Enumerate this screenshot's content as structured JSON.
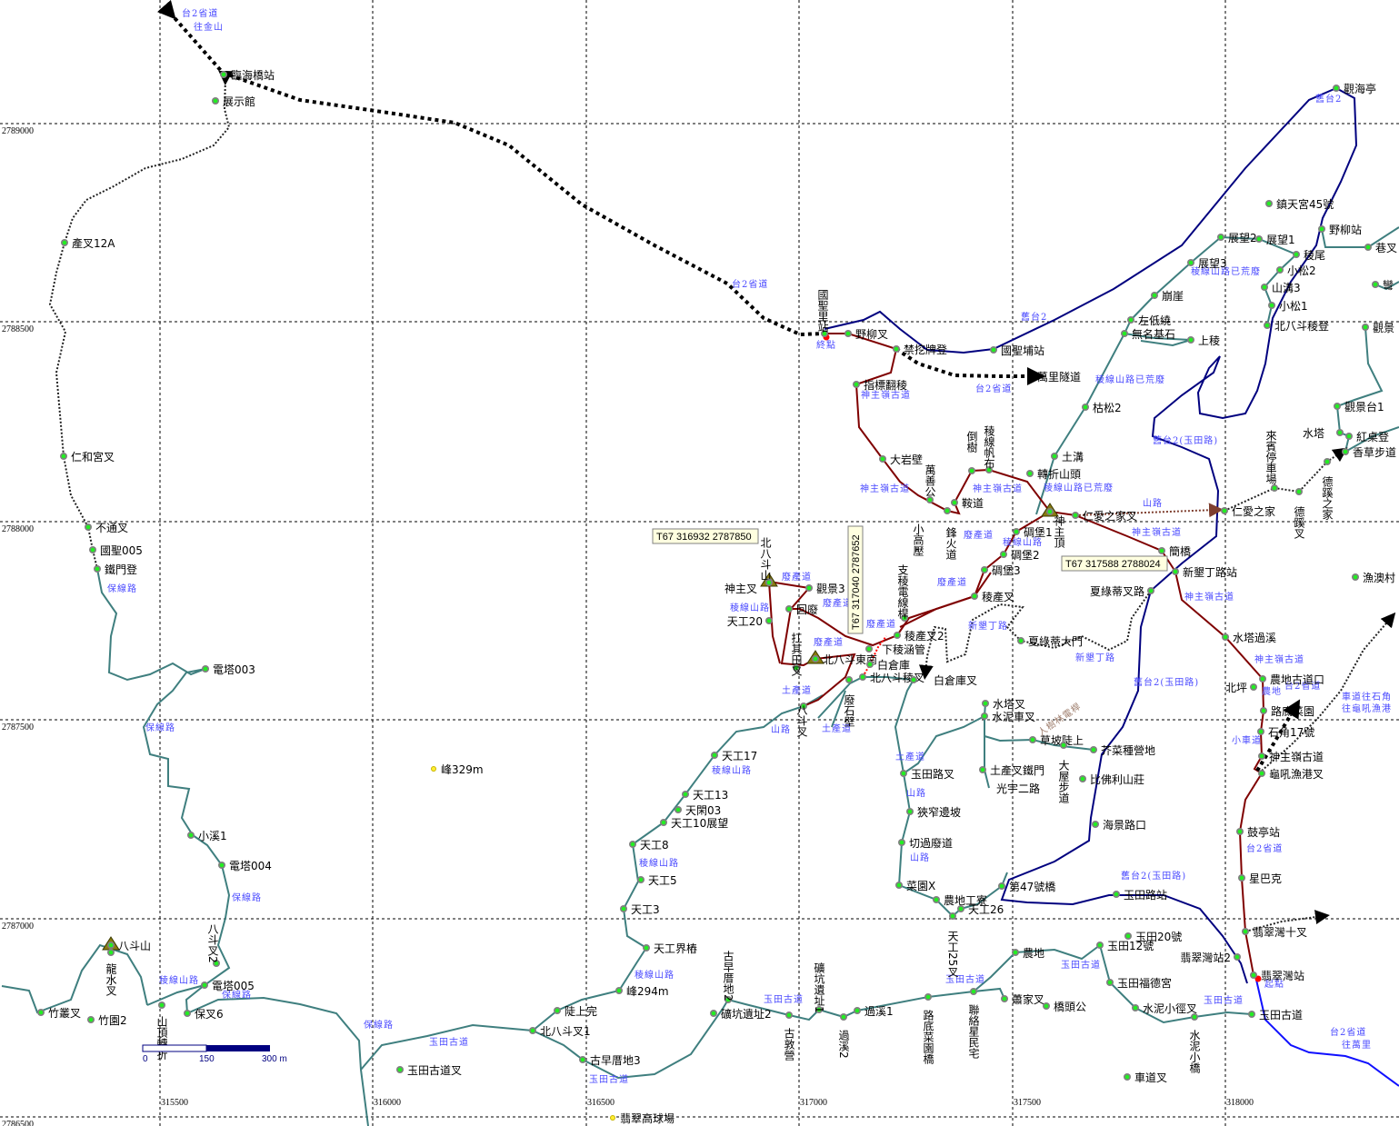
{
  "colors": {
    "grid": "#000000",
    "old_road": "#00007f",
    "provincial_road": "#1010ff",
    "ancient_trail": "#7f0000",
    "ridge_trail": "#3f7f7f",
    "trail_label": "#4a4aff",
    "waypoint_ring": "#808080",
    "waypoint_fill": "#22ee22",
    "tooltip_bg": "#ffffe0"
  },
  "grid": {
    "x_labels": [
      "315500",
      "316000",
      "316500",
      "317000",
      "317500",
      "318000"
    ],
    "y_labels": [
      "2789000",
      "2788500",
      "2788000",
      "2787500",
      "2787000",
      "2786500"
    ]
  },
  "scale_bar": {
    "labels": [
      "0",
      "150",
      "300 m"
    ]
  },
  "coordinate_tips": [
    "T67  316932  2787850",
    "T67  317040  2787652",
    "T67  317588  2788024"
  ],
  "waypoints": [
    "臨海橋站",
    "展示館",
    "產叉12A",
    "仁和宮叉",
    "不通叉",
    "國聖005",
    "鐵門登",
    "電塔003",
    "小溪1",
    "電塔004",
    "電塔005",
    "八斗叉2",
    "保叉6",
    "山頂轉折",
    "竹叢叉",
    "竹園2",
    "八斗山",
    "龍水叉",
    "玉田古道叉",
    "峰329m",
    "翡翠高球場",
    "國聖里站",
    "野柳叉",
    "禁挖牌登",
    "國聖埔站",
    "萬里隧道",
    "指標翻稜",
    "大岩壁",
    "萬善公",
    "小高壓",
    "鋒火道",
    "鞍道",
    "倒樹",
    "稜線帆布",
    "轉折山頭",
    "土溝",
    "神主頂",
    "仁愛之家叉",
    "碉堡1",
    "碉堡2",
    "碉堡3",
    "稜產叉",
    "簡橋",
    "新墾丁路站",
    "夏綠蒂大門",
    "夏綠蒂叉路",
    "仁愛之家",
    "來賓停車場",
    "德蹊叉",
    "德蹊之家",
    "觀景台1",
    "水塔",
    "紅桌登",
    "香草步道",
    "漁澳村",
    "觀海亭",
    "鎮天宮45號",
    "野柳站",
    "巷叉",
    "展望2",
    "展望1",
    "稜尾",
    "展望3",
    "小松2",
    "山溝3",
    "崩崖",
    "小松1",
    "左低繞",
    "北八斗稜登",
    "觀景",
    "無名基石",
    "上稜",
    "枯松2",
    "彎",
    "北八斗山",
    "神主叉",
    "觀景3",
    "回廢",
    "天工20",
    "扛其田叉",
    "北八斗東南",
    "下稜涵管",
    "稜產叉2",
    "支稜電線桿",
    "白倉庫",
    "北八斗稜叉",
    "白倉庫叉",
    "廢石壁",
    "八斗叉",
    "水塔叉",
    "水泥車叉",
    "草坡陡上",
    "大屋步道",
    "芥菜種營地",
    "土產叉鐵門",
    "光宇二路",
    "比佛利山莊",
    "海景路口",
    "玉田路叉",
    "狹窄邊坡",
    "切過廢道",
    "菜園X",
    "農地工寮",
    "天工26",
    "天工25叉",
    "第47號橋",
    "玉田路站",
    "天工17",
    "天工13",
    "天閑03",
    "天工10展望",
    "天工8",
    "天工5",
    "天工3",
    "天工界樁",
    "峰294m",
    "陡上完",
    "北八斗叉1",
    "古早厝地3",
    "礦坑遺址2",
    "古早厝地2",
    "古敦營",
    "礦坑遺址1",
    "過溪2",
    "過溪1",
    "路底菜園橋",
    "聯絡星民宅",
    "農地",
    "玉田12號",
    "玉田20號",
    "蕭家叉",
    "橋頭公",
    "玉田福德宮",
    "水泥小徑叉",
    "水泥小橋",
    "玉田古道",
    "車道叉",
    "翡翠灣站",
    "翡翠灣十叉",
    "翡翠灣站2",
    "水塔過溪",
    "農地古道口",
    "北坪",
    "路底菜園",
    "石角17號",
    "神主嶺古道",
    "龜吼漁港叉",
    "鼓亭站",
    "星巴克"
  ],
  "trail_labels": [
    "台2省道",
    "往金山",
    "台2省道",
    "舊台2",
    "台2省道",
    "終點",
    "神主嶺古道",
    "稜線山路已荒廢",
    "舊台2(玉田路)",
    "神主嶺古道",
    "神主嶺古道",
    "稜線山路已荒廢",
    "山路",
    "廢產道",
    "稜線山路",
    "神主嶺古道",
    "廢產道",
    "神主嶺古道",
    "新墾丁路",
    "新墾丁路",
    "舊台2(玉田路)",
    "廢產道",
    "廢產道",
    "稜線山路",
    "廢產道",
    "廢產道",
    "土產道",
    "土產道",
    "山路",
    "保線路",
    "保線路",
    "保線路",
    "保線路",
    "稜線山路",
    "保線路",
    "玉田古道",
    "玉田古道",
    "稜線山路",
    "稜線山路",
    "稜線山路",
    "玉田古道",
    "玉田古道",
    "玉田古道",
    "玉田古道",
    "舊台2(玉田路)",
    "土產道",
    "山路",
    "山路",
    "神主嶺古道",
    "台2省道",
    "農地",
    "小車道",
    "車道往石角",
    "往龜吼漁港",
    "台2省道",
    "起點",
    "台2省道",
    "往萬里",
    "舊台2",
    "稜線山路已荒廢",
    "人樹林電桿"
  ]
}
